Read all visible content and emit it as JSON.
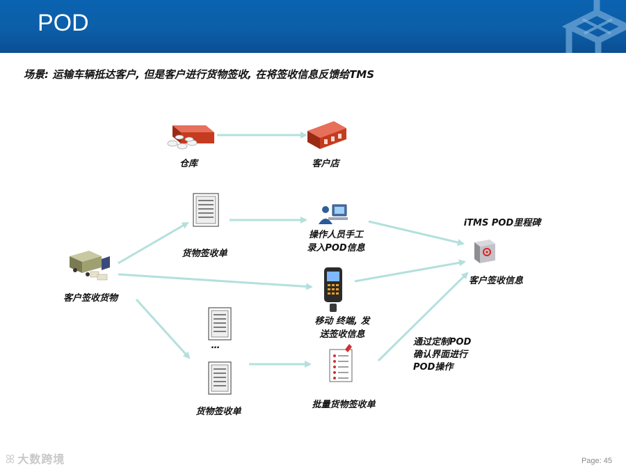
{
  "header": {
    "title": "POD"
  },
  "subtitle": "场景: 运输车辆抵达客户, 但是客户进行货物签收, 在将签收信息反馈给TMS",
  "nodes": {
    "warehouse": "仓库",
    "customer_store": "客户店",
    "receipt_form_top": "货物签收单",
    "manual_entry_line1": "操作人员手工",
    "manual_entry_line2": "录入POD信息",
    "customer_receipt_goods": "客户签收货物",
    "mobile_terminal_line1": "移动 终端, 发",
    "mobile_terminal_line2": "送签收信息",
    "ellipsis": "…",
    "receipt_form_bottom": "货物签收单",
    "batch_receipt": "批量货物签收单",
    "custom_pod_line1": "通过定制POD",
    "custom_pod_line2": "确认界面进行",
    "custom_pod_line3": "POD操作",
    "milestone": "iTMS POD里程碑",
    "customer_receipt_info": "客户签收信息"
  },
  "icons": {
    "warehouse": "warehouse-icon",
    "customer_store": "store-icon",
    "receipt_form": "document-icon",
    "operator": "operator-computer-icon",
    "truck": "delivery-truck-icon",
    "mobile": "handheld-scanner-icon",
    "checklist": "checklist-icon",
    "server": "server-icon"
  },
  "colors": {
    "header_blue": "#0a5ea8",
    "arrow_color": "#b3e0dc",
    "building_red": "#c53b1f"
  },
  "footer": {
    "watermark_mark": "ꕤ",
    "watermark_text": "大数跨境",
    "page": "Page: 45"
  }
}
